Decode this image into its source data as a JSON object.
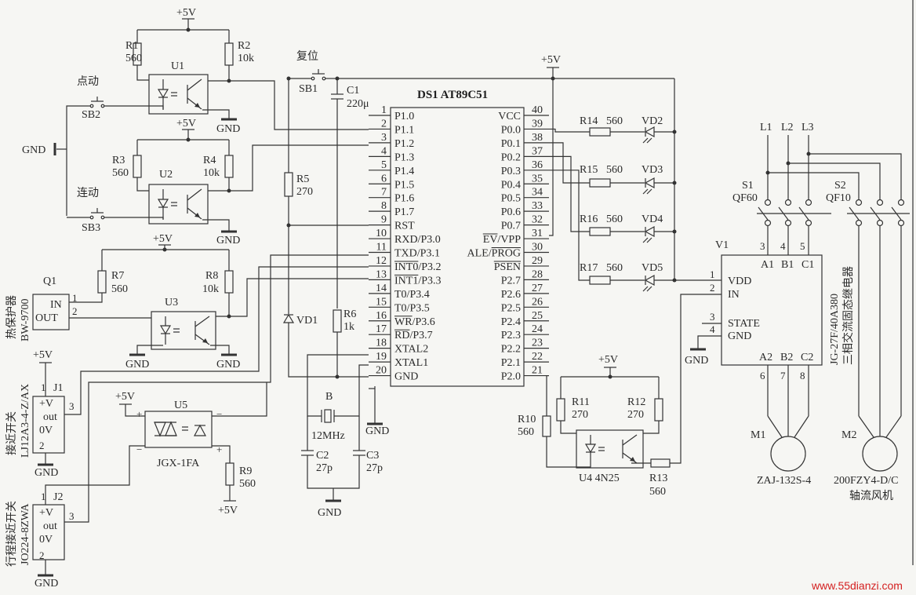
{
  "supply": "+5V",
  "ground": "GND",
  "mcu": {
    "name": "DS1 AT89C51",
    "left_pins": [
      {
        "num": "1",
        "label": "P1.0"
      },
      {
        "num": "2",
        "label": "P1.1"
      },
      {
        "num": "3",
        "label": "P1.2"
      },
      {
        "num": "4",
        "label": "P1.3"
      },
      {
        "num": "5",
        "label": "P1.4"
      },
      {
        "num": "6",
        "label": "P1.5"
      },
      {
        "num": "7",
        "label": "P1.6"
      },
      {
        "num": "8",
        "label": "P1.7"
      },
      {
        "num": "9",
        "label": "RST"
      },
      {
        "num": "10",
        "label": "RXD/P3.0"
      },
      {
        "num": "11",
        "label": "TXD/P3.1"
      },
      {
        "num": "12",
        "label": "INT0/P3.2",
        "bar": "INT0"
      },
      {
        "num": "13",
        "label": "INT1/P3.3",
        "bar": "INT1"
      },
      {
        "num": "14",
        "label": "T0/P3.4"
      },
      {
        "num": "15",
        "label": "T0/P3.5"
      },
      {
        "num": "16",
        "label": "WR/P3.6",
        "bar": "WR"
      },
      {
        "num": "17",
        "label": "RD/P3.7",
        "bar": "RD"
      },
      {
        "num": "18",
        "label": "XTAL2"
      },
      {
        "num": "19",
        "label": "XTAL1"
      },
      {
        "num": "20",
        "label": "GND"
      }
    ],
    "right_pins": [
      {
        "num": "40",
        "label": "VCC"
      },
      {
        "num": "39",
        "label": "P0.0"
      },
      {
        "num": "38",
        "label": "P0.1"
      },
      {
        "num": "37",
        "label": "P0.2"
      },
      {
        "num": "36",
        "label": "P0.3"
      },
      {
        "num": "35",
        "label": "P0.4"
      },
      {
        "num": "34",
        "label": "P0.5"
      },
      {
        "num": "33",
        "label": "P0.6"
      },
      {
        "num": "32",
        "label": "P0.7"
      },
      {
        "num": "31",
        "label": "EV/VPP",
        "bar": "EV"
      },
      {
        "num": "30",
        "label": "ALE/PROG",
        "bar": "PROG",
        "barEnd": true
      },
      {
        "num": "29",
        "label": "PSEN",
        "bar": "PSEN"
      },
      {
        "num": "28",
        "label": "P2.7"
      },
      {
        "num": "27",
        "label": "P2.6"
      },
      {
        "num": "26",
        "label": "P2.5"
      },
      {
        "num": "25",
        "label": "P2.4"
      },
      {
        "num": "24",
        "label": "P2.3"
      },
      {
        "num": "23",
        "label": "P2.2"
      },
      {
        "num": "22",
        "label": "P2.1"
      },
      {
        "num": "21",
        "label": "P2.0"
      }
    ]
  },
  "inputs": {
    "u1": {
      "name": "U1",
      "r1": "R1",
      "r1_val": "560",
      "r2": "R2",
      "r2_val": "10k",
      "switch_label": "点动",
      "switch": "SB2"
    },
    "u2": {
      "name": "U2",
      "r3": "R3",
      "r3_val": "560",
      "r4": "R4",
      "r4_val": "10k",
      "switch_label": "连动",
      "switch": "SB3"
    },
    "u3": {
      "name": "U3",
      "r7": "R7",
      "r7_val": "560",
      "r8": "R8",
      "r8_val": "10k"
    },
    "q1": {
      "name": "Q1",
      "in": "IN",
      "out": "OUT",
      "pin1": "1",
      "pin2": "2",
      "desc": "热保护器",
      "model": "BW-9700"
    },
    "j1": {
      "name": "J1",
      "pin1": "1",
      "pin2": "2",
      "pin3": "3",
      "vplus": "+V",
      "out": "out",
      "zero": "0V",
      "desc": "接近开关",
      "model": "LJ12A3-4-Z/AX"
    },
    "j2": {
      "name": "J2",
      "pin1": "1",
      "pin2": "2",
      "pin3": "3",
      "vplus": "+V",
      "out": "out",
      "zero": "0V",
      "desc": "行程接近开关",
      "model": "JO224-8ZWA"
    },
    "u5": {
      "name": "U5",
      "model": "JGX-1FA",
      "plus": "+",
      "minus": "−",
      "r9": "R9",
      "r9_val": "560"
    }
  },
  "reset": {
    "label": "复位",
    "switch": "SB1",
    "c1": "C1",
    "c1_val": "220μ",
    "r5": "R5",
    "r5_val": "270",
    "vd1": "VD1",
    "r6": "R6",
    "r6_val": "1k"
  },
  "clock": {
    "crystal": "B",
    "freq": "12MHz",
    "c2": "C2",
    "c2_val": "27p",
    "c3": "C3",
    "c3_val": "27p"
  },
  "leds": [
    {
      "r": "R14",
      "val": "560",
      "led": "VD2"
    },
    {
      "r": "R15",
      "val": "560",
      "led": "VD3"
    },
    {
      "r": "R16",
      "val": "560",
      "led": "VD4"
    },
    {
      "r": "R17",
      "val": "560",
      "led": "VD5"
    }
  ],
  "driver": {
    "name": "U4 4N25",
    "r10": "R10",
    "r10_val": "560",
    "r11": "R11",
    "r11_val": "270",
    "r12": "R12",
    "r12_val": "270",
    "r13": "R13",
    "r13_val": "560"
  },
  "power_stage": {
    "phases": [
      "L1",
      "L2",
      "L3"
    ],
    "s1": "S1",
    "s1_model": "QF60",
    "s2": "S2",
    "s2_model": "QF10",
    "relay": {
      "name": "V1",
      "pins": [
        "1",
        "2",
        "3",
        "4",
        "5",
        "6",
        "7",
        "8"
      ],
      "vdd": "VDD",
      "in": "IN",
      "state": "STATE",
      "gnd": "GND",
      "top": [
        "A1",
        "B1",
        "C1"
      ],
      "bottom": [
        "A2",
        "B2",
        "C2"
      ],
      "model": "JG-27F/40A380",
      "desc": "三相交流固态继电器"
    },
    "m1": {
      "name": "M1",
      "model": "ZAJ-132S-4"
    },
    "m2": {
      "name": "M2",
      "model": "200FZY4-D/C",
      "desc": "轴流风机"
    }
  },
  "watermark": "www.55dianzi.com"
}
